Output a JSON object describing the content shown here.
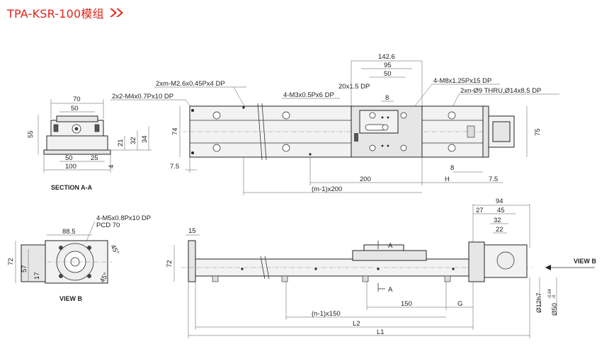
{
  "title": "TPA-KSR-100模组",
  "colors": {
    "accent": "#e2231a",
    "line": "#222222"
  },
  "icons": {
    "title_arrow": "double-chevron-right-icon"
  },
  "section_aa": {
    "label": "SECTION A-A",
    "dims": {
      "w70": "70",
      "w50_top": "50",
      "h55": "55",
      "h21": "21",
      "h32": "32",
      "h34": "34",
      "w50_bot": "50",
      "w25": "25",
      "w100": "100",
      "h4": "4"
    }
  },
  "view_b": {
    "label": "VIEW B",
    "callout": "4-M5x0.8Px10 DP",
    "pcd": "PCD 70",
    "dims": {
      "w88_5": "88.5",
      "h72": "72",
      "h57": "57",
      "h17": "17",
      "a45_top": "45°",
      "a45_bot": "45°"
    }
  },
  "top_view": {
    "callouts": {
      "m2_6": "2xm-M2.6x0.45Px4 DP",
      "m4": "2x2-M4x0.7Px10 DP",
      "m3": "4-M3x0.5Px6 DP",
      "dp20": "20x1.5 DP",
      "m8": "4-M8x1.25Px15 DP",
      "thru": "2xn-Ø9 THRU,Ø14x8.5 DP"
    },
    "dims": {
      "w142_6": "142.6",
      "w95": "95",
      "w50": "50",
      "w8": "8",
      "h74": "74",
      "h75": "75",
      "w7_5_left": "7.5",
      "w200": "200",
      "w8_right": "8",
      "h_label": "H",
      "w7_5_right": "7.5",
      "m_pitch": "(m-1)x200"
    }
  },
  "front_view": {
    "dims": {
      "w94": "94",
      "w27": "27",
      "w45": "45",
      "w32": "32",
      "w22": "22",
      "w15": "15",
      "h72": "72",
      "d12": "Ø12h7",
      "d50": "Ø50",
      "d50_tol_upper": "-0.04",
      "d50_tol_lower": "-0",
      "w150": "150",
      "g_label": "G",
      "n_pitch": "(n-1)x150",
      "l2": "L2",
      "l1": "L1",
      "sec_a_top": "A",
      "sec_a_bot": "A"
    },
    "view_b_label": "VIEW B"
  }
}
